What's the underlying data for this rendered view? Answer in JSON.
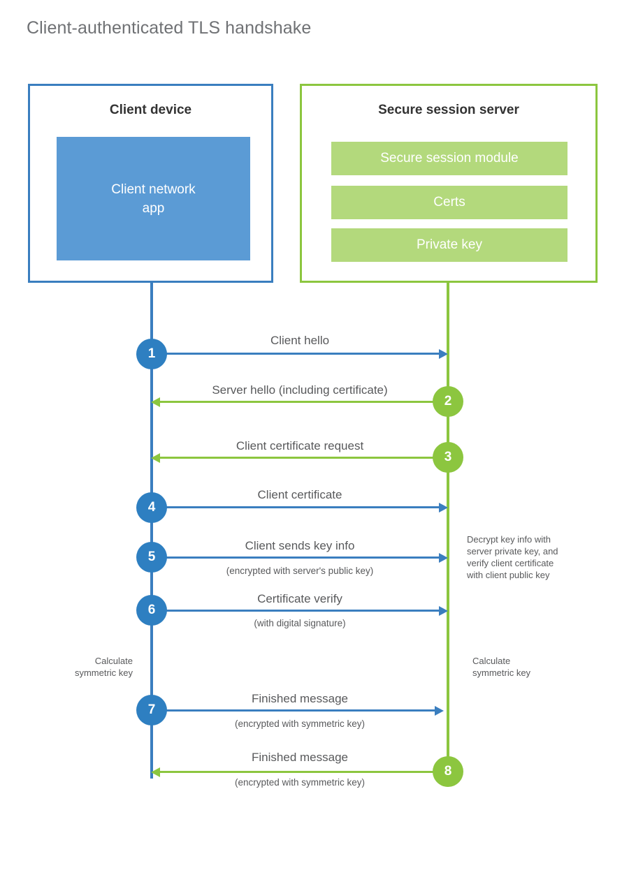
{
  "diagram": {
    "title": "Client-authenticated TLS handshake",
    "colors": {
      "client_blue": "#3a7ebf",
      "client_app_fill": "#5b9bd5",
      "server_green": "#8cc63f",
      "server_bar_fill": "#b3d97c",
      "step_blue": "#2e7fc1",
      "text_gray": "#58595b",
      "title_gray": "#6f7174"
    },
    "client": {
      "title": "Client device",
      "app_label": "Client network\napp",
      "app_label_line1": "Client network",
      "app_label_line2": "app"
    },
    "server": {
      "title": "Secure session server",
      "components": [
        "Secure session module",
        "Certs",
        "Private key"
      ]
    },
    "messages": [
      {
        "step": "1",
        "label": "Client hello",
        "sublabel": "",
        "direction": "client-to-server",
        "actor": "client"
      },
      {
        "step": "2",
        "label": "Server hello (including certificate)",
        "sublabel": "",
        "direction": "server-to-client",
        "actor": "server"
      },
      {
        "step": "3",
        "label": "Client certificate request",
        "sublabel": "",
        "direction": "server-to-client",
        "actor": "server"
      },
      {
        "step": "4",
        "label": "Client certificate",
        "sublabel": "",
        "direction": "client-to-server",
        "actor": "client"
      },
      {
        "step": "5",
        "label": "Client sends key info",
        "sublabel": "(encrypted with server's public key)",
        "direction": "client-to-server",
        "actor": "client"
      },
      {
        "step": "6",
        "label": "Certificate verify",
        "sublabel": "(with digital signature)",
        "direction": "client-to-server",
        "actor": "client"
      },
      {
        "step": "7",
        "label": "Finished message",
        "sublabel": "(encrypted with symmetric key)",
        "direction": "client-to-server",
        "actor": "client"
      },
      {
        "step": "8",
        "label": "Finished message",
        "sublabel": "(encrypted with symmetric key)",
        "direction": "server-to-client",
        "actor": "server"
      }
    ],
    "annotations": {
      "server_decrypt": "Decrypt key info with server private key, and verify client certificate with client public key",
      "server_decrypt_lines": [
        "Decrypt key info with",
        "server private key, and",
        "verify client certificate",
        "with client public key"
      ],
      "client_calc_line1": "Calculate",
      "client_calc_line2": "symmetric key",
      "server_calc_line1": "Calculate",
      "server_calc_line2": "symmetric key"
    }
  }
}
